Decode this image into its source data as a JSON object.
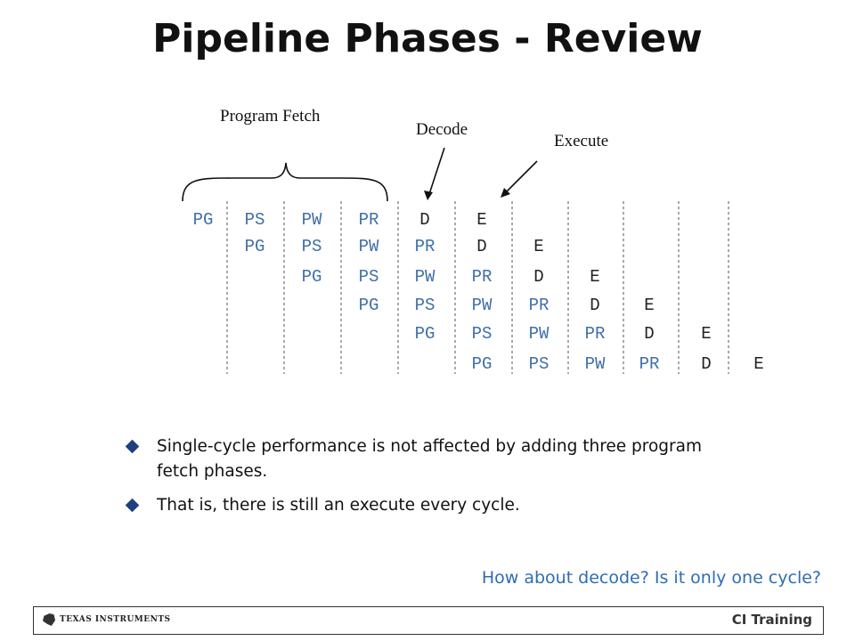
{
  "slide": {
    "title": "Pipeline Phases - Review"
  },
  "diagram": {
    "labels": {
      "program_fetch": "Program Fetch",
      "decode": "Decode",
      "execute": "Execute"
    },
    "rows": [
      [
        "PG",
        "PS",
        "PW",
        "PR",
        "D",
        "E",
        "",
        "",
        "",
        "",
        ""
      ],
      [
        "",
        "PG",
        "PS",
        "PW",
        "PR",
        "D",
        "E",
        "",
        "",
        "",
        ""
      ],
      [
        "",
        "",
        "PG",
        "PS",
        "PW",
        "PR",
        "D",
        "E",
        "",
        "",
        ""
      ],
      [
        "",
        "",
        "",
        "PG",
        "PS",
        "PW",
        "PR",
        "D",
        "E",
        "",
        ""
      ],
      [
        "",
        "",
        "",
        "",
        "PG",
        "PS",
        "PW",
        "PR",
        "D",
        "E",
        ""
      ],
      [
        "",
        "",
        "",
        "",
        "",
        "PG",
        "PS",
        "PW",
        "PR",
        "D",
        "E"
      ]
    ],
    "colors": {
      "fetch_phase": "#3f6fa8",
      "other_phase": "#222222"
    },
    "fetch_phases": [
      "PG",
      "PS",
      "PW",
      "PR"
    ]
  },
  "bullets": [
    "Single-cycle performance is not affected by adding three program fetch phases.",
    "That is, there is still an execute every cycle."
  ],
  "question": "How about decode? Is it only one cycle?",
  "footer": {
    "company": "TEXAS INSTRUMENTS",
    "training": "CI Training"
  }
}
